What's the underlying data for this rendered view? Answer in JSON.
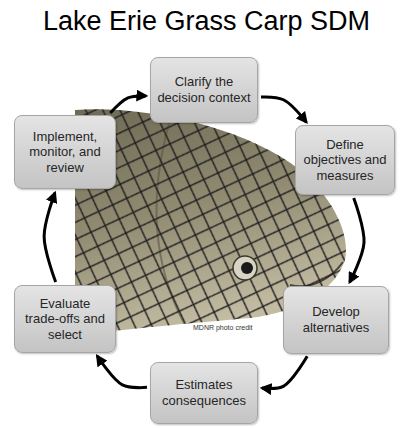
{
  "diagram": {
    "title": "Lake Erie Grass Carp SDM",
    "nodes": [
      {
        "text": [
          "Clarify the decision context"
        ]
      },
      {
        "text": [
          "Define objectives and measures"
        ]
      },
      {
        "text": [
          "Develop alternatives"
        ]
      },
      {
        "text": [
          "Estimates consequences"
        ]
      },
      {
        "text": [
          "Evaluate trade-offs and select"
        ]
      },
      {
        "text": [
          "Implement, monitor, and review"
        ]
      }
    ],
    "edges": [
      {
        "from": 0,
        "to": 1,
        "arrow": "to"
      },
      {
        "from": 1,
        "to": 2,
        "arrow": "to"
      },
      {
        "from": 2,
        "to": 3,
        "arrow": "to"
      },
      {
        "from": 3,
        "to": 4,
        "arrow": "to"
      },
      {
        "from": 4,
        "to": 5,
        "arrow": "to"
      },
      {
        "from": 5,
        "to": 0,
        "arrow": "to"
      }
    ],
    "labels": [
      "MDNR photo credit"
    ]
  }
}
